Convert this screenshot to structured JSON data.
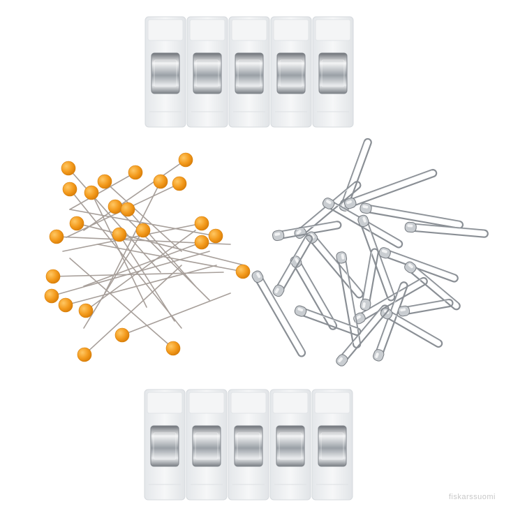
{
  "watermark": {
    "text": "fiskarssuomi"
  },
  "colors": {
    "background": "#ffffff",
    "pin_head": "#f29a1e",
    "pin_head_highlight": "#ffc560",
    "pin_shaft": "#a9a29e",
    "clip_body": "#eef0f2",
    "clip_edge": "#d3d7dc",
    "clip_metal": "#b9bcc0",
    "safety_pin": "#8e9398"
  },
  "objects": {
    "top_clips": {
      "name": "top-clip-row",
      "count": 5
    },
    "bottom_clips": {
      "name": "bottom-clip-row",
      "count": 5
    },
    "ball_pins": {
      "name": "ball-head-pins",
      "count": 25
    },
    "safety_pins": {
      "name": "safety-pins",
      "count": 22
    }
  }
}
